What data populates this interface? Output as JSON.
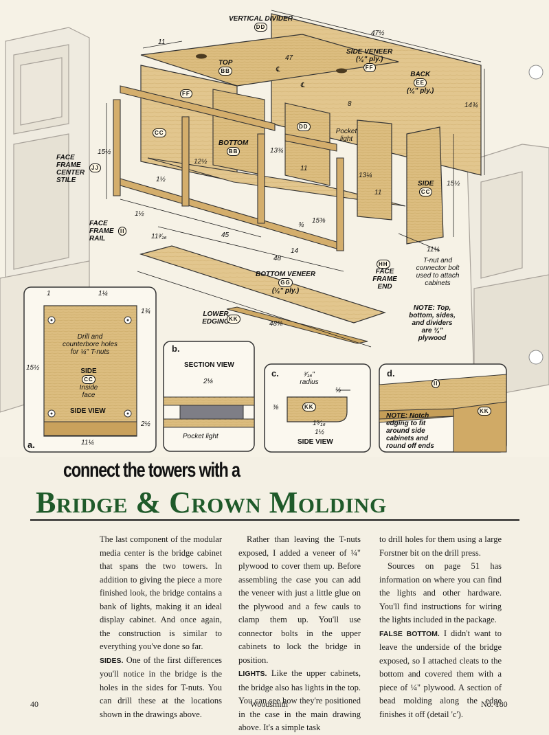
{
  "diagram": {
    "labels": {
      "vertical_divider": "VERTICAL DIVIDER",
      "vertical_divider_code": "DD",
      "top": "TOP",
      "top_code": "BB",
      "side_veneer": "SIDE VENEER",
      "side_veneer_sub": "(¼\" ply.)",
      "side_veneer_code": "FF",
      "back": "BACK",
      "back_code": "EE",
      "back_sub": "(¼\" ply.)",
      "ff_code": "FF",
      "cc_code": "CC",
      "dd_code": "DD",
      "bottom": "BOTTOM",
      "bottom_code": "BB",
      "pocket_light": "Pocket light",
      "face_frame_center_stile": "FACE FRAME CENTER STILE",
      "jj_code": "JJ",
      "face_frame_rail": "FACE FRAME RAIL",
      "ii_code": "II",
      "side": "SIDE",
      "side_code": "CC",
      "hh_code": "HH",
      "face_frame_end": "FACE FRAME END",
      "tnut_note": "T-nut and connector bolt used to attach cabinets",
      "bottom_veneer": "BOTTOM VENEER",
      "bottom_veneer_code": "GG",
      "bottom_veneer_sub": "(¼\" ply.)",
      "lower_edging": "LOWER EDGING",
      "lower_edging_code": "KK",
      "note": "NOTE: Top, bottom, sides, and dividers are ¾\" plywood"
    },
    "dimensions": {
      "d11": "11",
      "d47_5": "47½",
      "d47": "47",
      "d8": "8",
      "d14_75": "14¾",
      "d15_5_left": "15½",
      "d12_5": "12½",
      "d13_75": "13¾",
      "d11_mid": "11",
      "d13_25": "13¼",
      "d11_right": "11",
      "d15_5_right": "15½",
      "d1_5a": "1½",
      "d1_5b": "1½",
      "d3_4": "¾",
      "d15_375": "15⅜",
      "d11_25": "11¼",
      "d11_1875": "11³⁄₁₆",
      "d45": "45",
      "d14": "14",
      "d48": "48",
      "d48_375": "48⅜",
      "cl": "℄"
    },
    "detail_a": {
      "tag": "a.",
      "d1": "1",
      "d1_25": "1¼",
      "d1_75": "1¾",
      "d15_5": "15½",
      "d2_5": "2½",
      "d11_25": "11¼",
      "note": "Drill and counterbore holes for ¼\" T-nuts",
      "side": "SIDE",
      "side_code": "CC",
      "inside_face": "Inside face",
      "view": "SIDE VIEW"
    },
    "detail_b": {
      "tag": "b.",
      "title": "SECTION VIEW",
      "d2_125": "2⅛",
      "pocket_light": "Pocket light"
    },
    "detail_c": {
      "tag": "c.",
      "radius": "³⁄₁₆\" radius",
      "d1_2": "½",
      "d3_8": "⅜",
      "code": "KK",
      "d1_5_16": "1⁵⁄₁₆",
      "d1_5": "1½",
      "view": "SIDE VIEW"
    },
    "detail_d": {
      "tag": "d.",
      "code_ii": "II",
      "code_kk": "KK",
      "note": "NOTE: Notch edging to fit around side cabinets and round off ends"
    }
  },
  "heading": {
    "sub": "connect the towers with a",
    "main": "Bridge & Crown Molding"
  },
  "body": {
    "col1": {
      "p1": "The last component of the modular media center is the bridge cabinet that spans the two towers. In addition to giving the piece a more finished look, the bridge contains a bank of lights, making it an ideal display cabinet. And once again, the construction is similar to everything you've done so far.",
      "runin": "SIDES.",
      "p2": " One of the first differences you'll notice in the bridge is the holes in the sides for T-nuts. You can drill these at the locations shown in the drawings above."
    },
    "col2": {
      "p1": "Rather than leaving the T-nuts exposed, I added a veneer of ¼\" plywood to cover them up. Before assembling the case you can add the veneer with just a little glue on the plywood and a few cauls to clamp them up. You'll use connector bolts in the upper cabinets to lock the bridge in position.",
      "runin": "LIGHTS.",
      "p2": " Like the upper cabinets, the bridge also has lights in the top. You can see how they're positioned in the case in the main drawing above. It's a simple task"
    },
    "col3": {
      "p1": "to drill holes for them using a large Forstner bit on the drill press.",
      "p2": "Sources on page 51 has information on where you can find the lights and other hardware. You'll find instructions for wiring the lights included in the package.",
      "runin": "FALSE BOTTOM.",
      "p3": " I didn't want to leave the underside of the bridge exposed, so I attached cleats to the bottom and covered them with a piece of ¼\" plywood. A section of bead molding along the edge finishes it off (detail 'c')."
    }
  },
  "footer": {
    "page_number": "40",
    "magazine": "Woodsmith",
    "issue": "No. 180"
  },
  "colors": {
    "heading_green": "#1f5a2a",
    "wood": "#d9b878",
    "wood_dark": "#b88f4a"
  }
}
